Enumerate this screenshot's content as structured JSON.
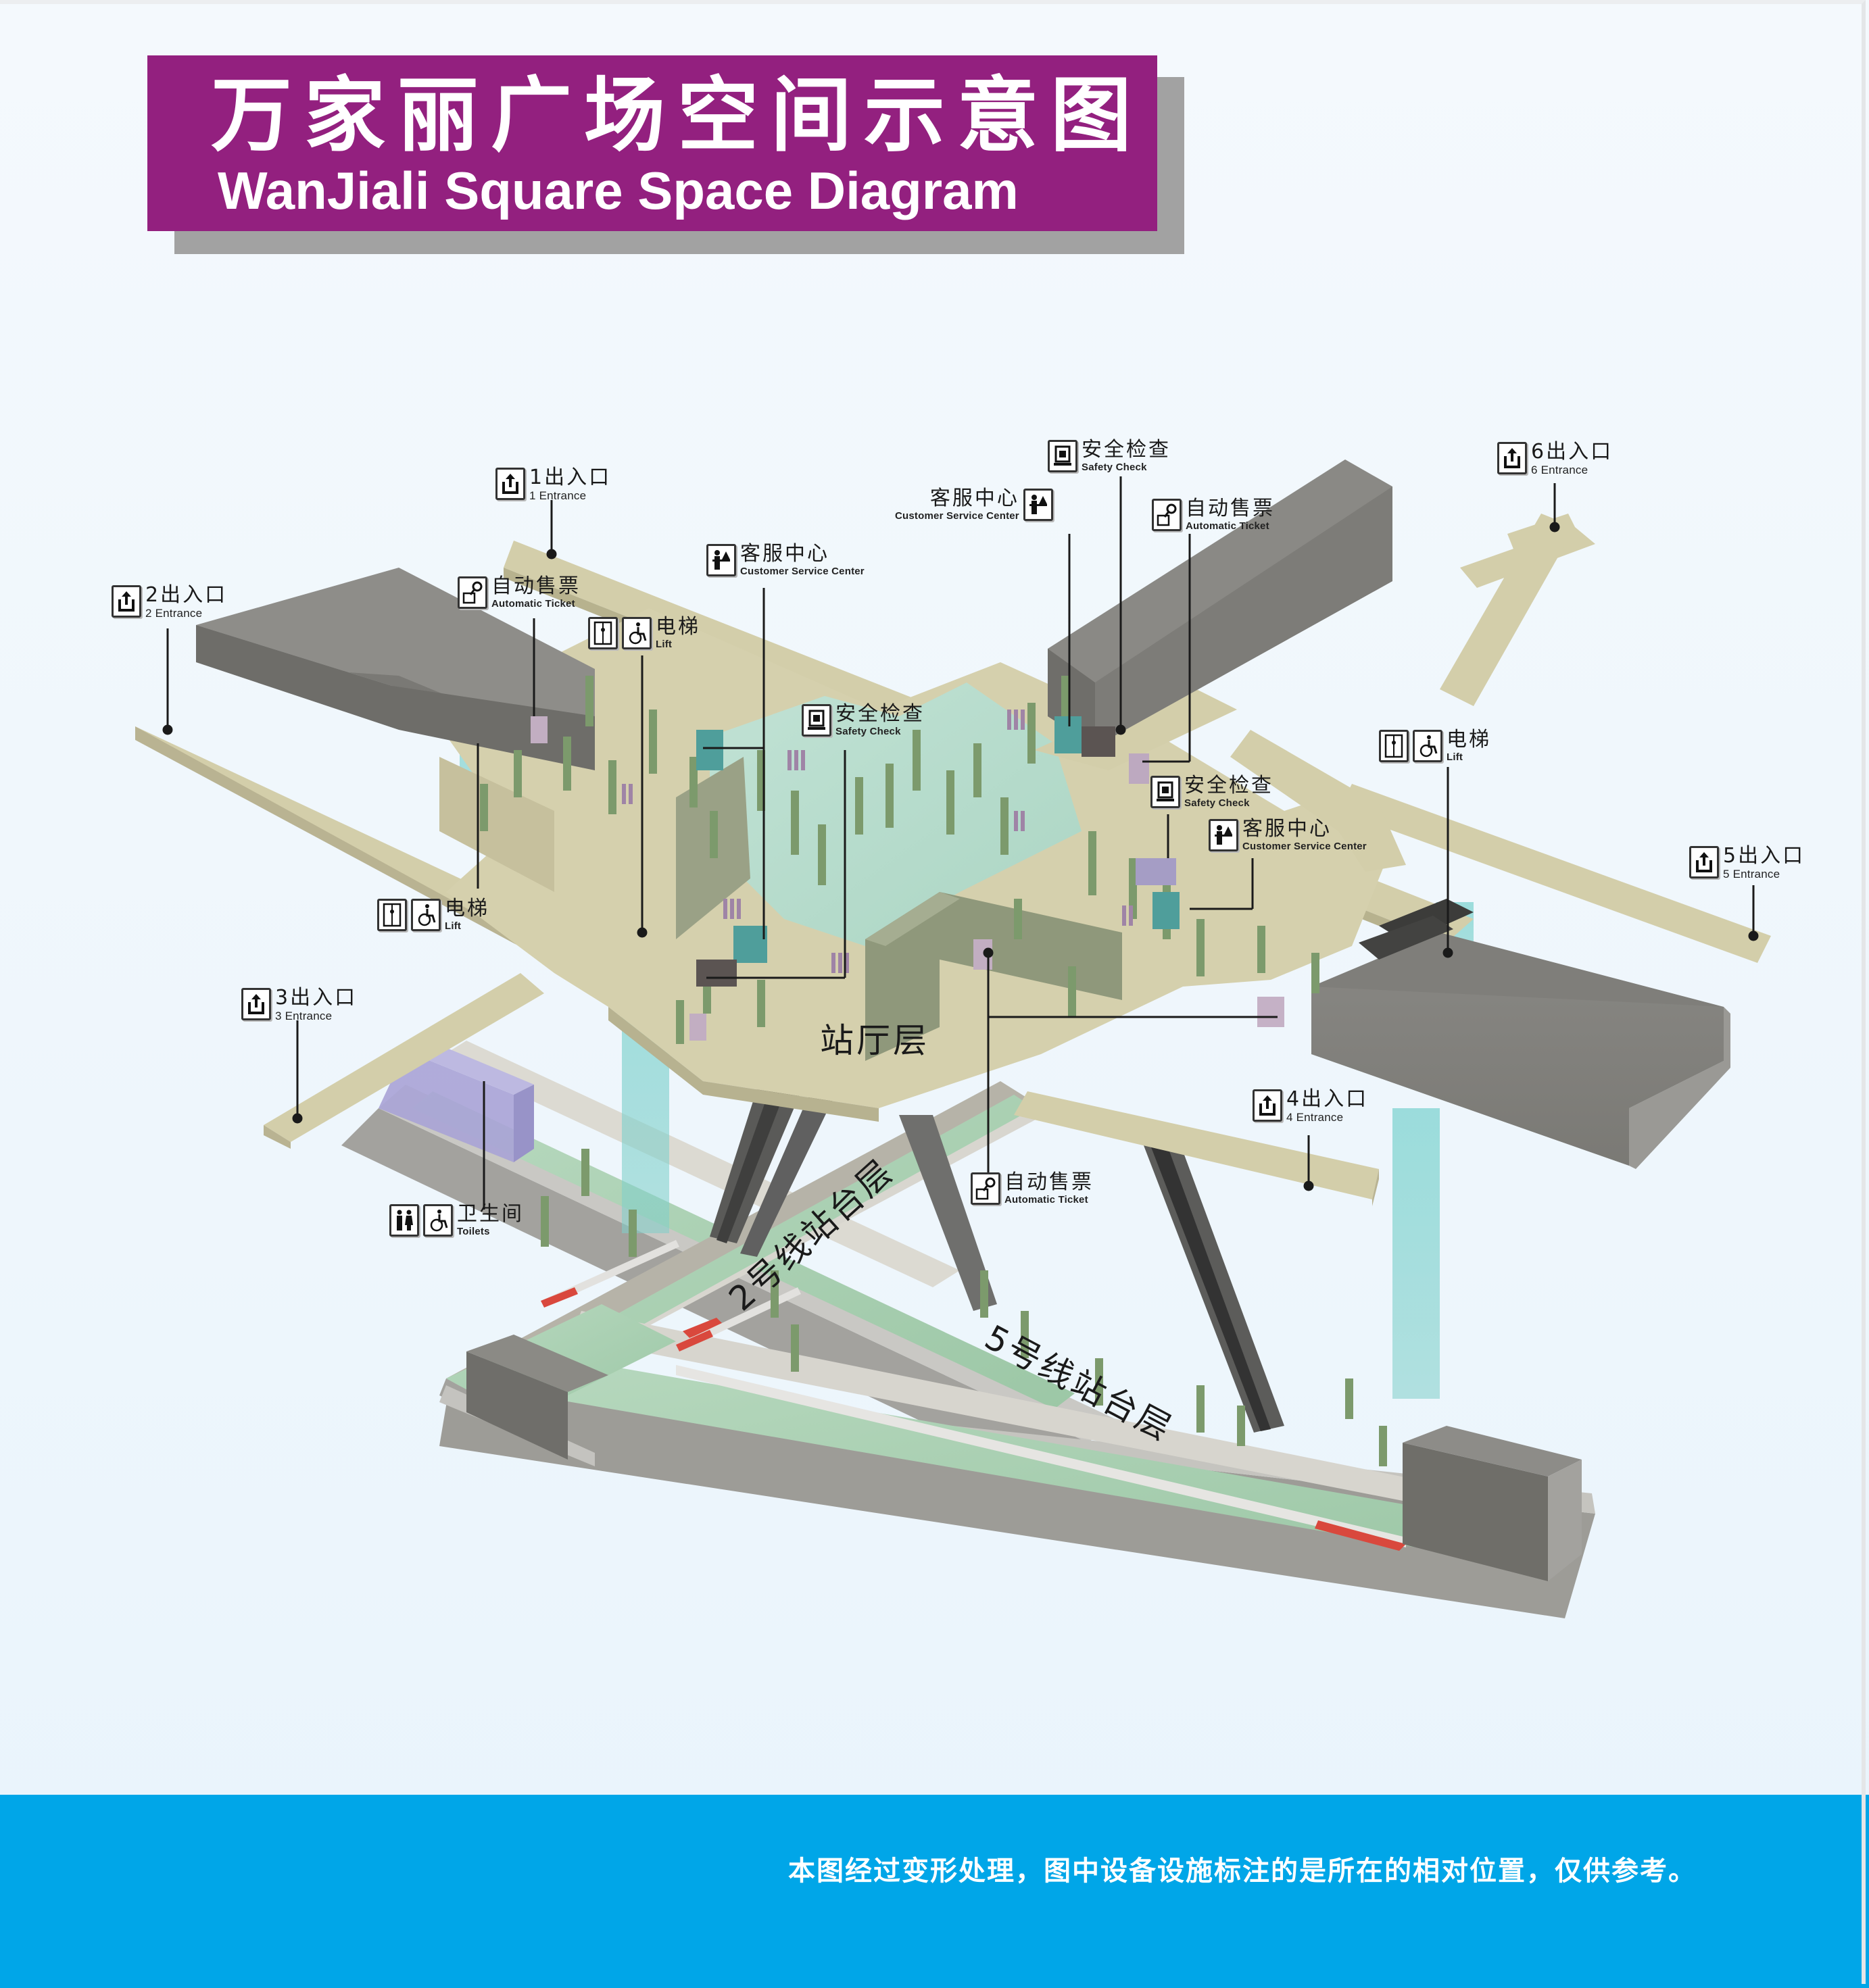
{
  "title": {
    "zh": "万家丽广场空间示意图",
    "en": "WanJiali Square Space Diagram"
  },
  "colors": {
    "title_panel": "#93207f",
    "title_shadow": "#a2a2a2",
    "background": "#f0f7fd",
    "footer_bar": "#00a6e8",
    "concourse_floor": "#d3ceaa",
    "platform_floor": "#a9cfb2",
    "buildings": "#7e7d78",
    "lift_shaft": "#7fd0cf",
    "columns": "#7c9a6c",
    "ticket_machines": "#b7a3bd",
    "train_stripe": "#d9483d"
  },
  "layers": {
    "concourse": "站厅层",
    "line2_platform": "2号线站台层",
    "line5_platform": "5号线站台层"
  },
  "entrances": [
    {
      "zh": "1出入口",
      "en": "1 Entrance",
      "icon": "exit-arrow-icon"
    },
    {
      "zh": "2出入口",
      "en": "2 Entrance",
      "icon": "exit-arrow-icon"
    },
    {
      "zh": "3出入口",
      "en": "3 Entrance",
      "icon": "exit-arrow-icon"
    },
    {
      "zh": "4出入口",
      "en": "4 Entrance",
      "icon": "exit-arrow-icon"
    },
    {
      "zh": "5出入口",
      "en": "5 Entrance",
      "icon": "exit-arrow-icon"
    },
    {
      "zh": "6出入口",
      "en": "6 Entrance",
      "icon": "exit-arrow-icon"
    }
  ],
  "facilities": {
    "ticket_nw": {
      "zh": "自动售票",
      "en": "Automatic Ticket",
      "icon": "ticket-machine-icon"
    },
    "ticket_ne": {
      "zh": "自动售票",
      "en": "Automatic Ticket",
      "icon": "ticket-machine-icon"
    },
    "ticket_s": {
      "zh": "自动售票",
      "en": "Automatic Ticket",
      "icon": "ticket-machine-icon"
    },
    "service_n": {
      "zh": "客服中心",
      "en": "Customer Service Center",
      "icon": "customer-service-icon"
    },
    "service_ne": {
      "zh": "客服中心",
      "en": "Customer Service Center",
      "icon": "customer-service-icon"
    },
    "service_e": {
      "zh": "客服中心",
      "en": "Customer Service Center",
      "icon": "customer-service-icon"
    },
    "safety_ne": {
      "zh": "安全检查",
      "en": "Safety Check",
      "icon": "security-scanner-icon"
    },
    "safety_c": {
      "zh": "安全检查",
      "en": "Safety Check",
      "icon": "security-scanner-icon"
    },
    "safety_e": {
      "zh": "安全检查",
      "en": "Safety Check",
      "icon": "security-scanner-icon"
    },
    "lift_n": {
      "zh": "电梯",
      "en": "Lift",
      "icons": [
        "elevator-icon",
        "wheelchair-icon"
      ]
    },
    "lift_w": {
      "zh": "电梯",
      "en": "Lift",
      "icons": [
        "elevator-icon",
        "wheelchair-icon"
      ]
    },
    "lift_e": {
      "zh": "电梯",
      "en": "Lift",
      "icons": [
        "elevator-icon",
        "wheelchair-icon"
      ]
    },
    "toilets": {
      "zh": "卫生间",
      "en": "Toilets",
      "icons": [
        "restroom-icon",
        "wheelchair-icon"
      ]
    }
  },
  "footer": {
    "note": "本图经过变形处理，图中设备设施标注的是所在的相对位置，仅供参考。"
  }
}
